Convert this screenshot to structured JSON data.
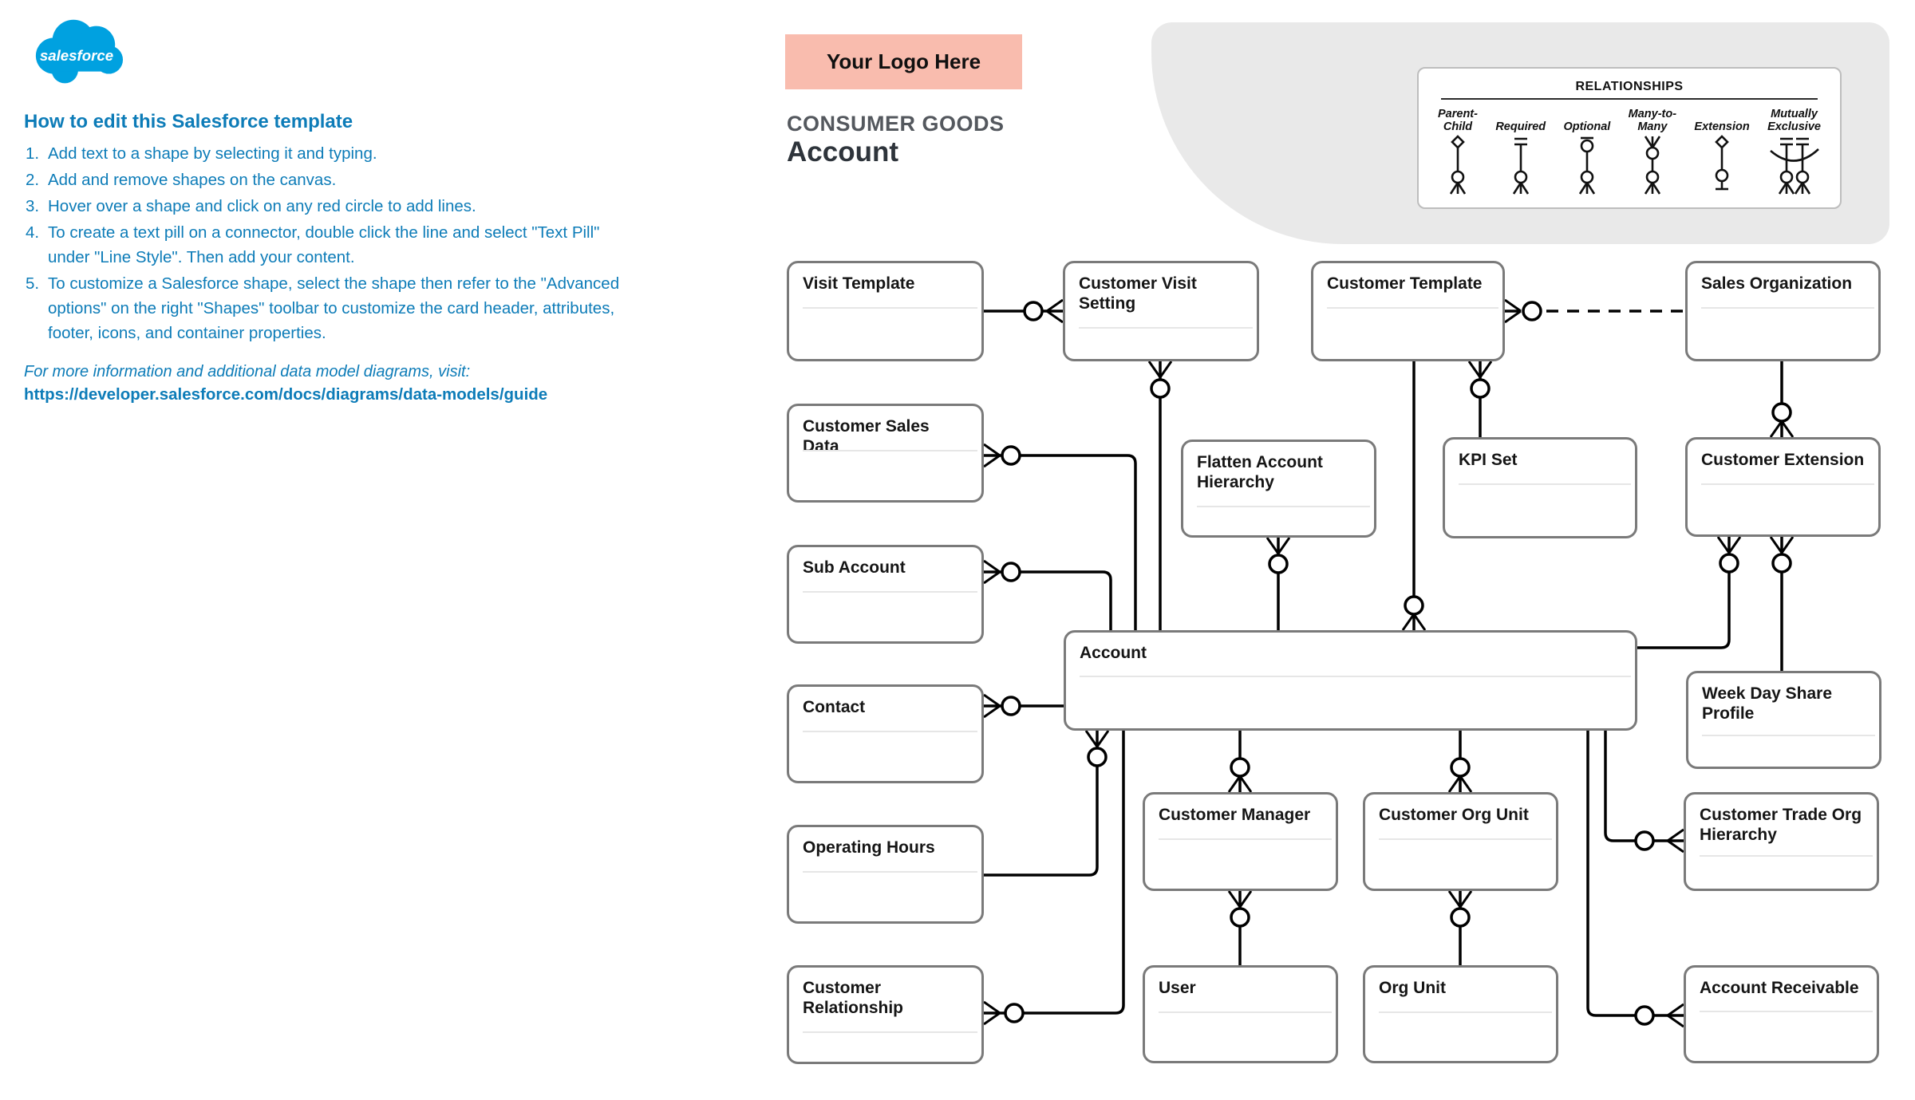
{
  "sidebar": {
    "logo_text": "salesforce",
    "title": "How to edit this Salesforce template",
    "items": [
      "Add text to a shape by selecting it and typing.",
      "Add and remove shapes on the canvas.",
      "Hover over a shape and click on any red circle to add lines.",
      "To create a text pill on a connector, double click the line and select \"Text Pill\" under \"Line Style\". Then add your content.",
      "To customize a Salesforce shape, select the shape then refer to the \"Advanced options\" on the right \"Shapes\" toolbar to customize the card header, attributes, footer, icons, and container properties."
    ],
    "footnote": "For more information and additional data model diagrams, visit:",
    "link": "https://developer.salesforce.com/docs/diagrams/data-models/guide"
  },
  "header": {
    "logo_placeholder": "Your Logo Here",
    "category": "CONSUMER GOODS",
    "title": "Account"
  },
  "legend": {
    "title": "RELATIONSHIPS",
    "items": [
      {
        "label": "Parent-\nChild",
        "symbol": "parent-child-icon"
      },
      {
        "label": "Required",
        "symbol": "required-icon"
      },
      {
        "label": "Optional",
        "symbol": "optional-icon"
      },
      {
        "label": "Many-to-\nMany",
        "symbol": "many-to-many-icon"
      },
      {
        "label": "Extension",
        "symbol": "extension-icon"
      },
      {
        "label": "Mutually\nExclusive",
        "symbol": "mutually-exclusive-icon"
      }
    ]
  },
  "diagram": {
    "entities": [
      {
        "id": "visit-template",
        "label": "Visit Template"
      },
      {
        "id": "customer-sales-data",
        "label": "Customer Sales Data"
      },
      {
        "id": "sub-account",
        "label": "Sub Account"
      },
      {
        "id": "contact",
        "label": "Contact"
      },
      {
        "id": "operating-hours",
        "label": "Operating Hours"
      },
      {
        "id": "customer-relationship",
        "label": "Customer\nRelationship"
      },
      {
        "id": "customer-visit-setting",
        "label": "Customer Visit\nSetting"
      },
      {
        "id": "customer-template",
        "label": "Customer Template"
      },
      {
        "id": "sales-organization",
        "label": "Sales Organization"
      },
      {
        "id": "flatten-account-hierarchy",
        "label": "Flatten Account\nHierarchy"
      },
      {
        "id": "kpi-set",
        "label": "KPI Set"
      },
      {
        "id": "customer-extension",
        "label": "Customer Extension"
      },
      {
        "id": "account",
        "label": "Account"
      },
      {
        "id": "week-day-share-profile",
        "label": "Week Day Share\nProfile"
      },
      {
        "id": "customer-manager",
        "label": "Customer Manager"
      },
      {
        "id": "customer-org-unit",
        "label": "Customer Org Unit"
      },
      {
        "id": "customer-trade-org-hierarchy",
        "label": "Customer Trade Org\nHierarchy"
      },
      {
        "id": "user",
        "label": "User"
      },
      {
        "id": "org-unit",
        "label": "Org Unit"
      },
      {
        "id": "account-receivable",
        "label": "Account Receivable"
      }
    ]
  },
  "colors": {
    "accent_blue": "#0D7CB8",
    "salesforce_logo_blue": "#00A1E0",
    "logo_placeholder_salmon": "#F9BCAE",
    "category_gray": "#54585E",
    "title_dark": "#2E343B",
    "blob_gray": "#E9E9E9",
    "entity_border_gray": "#7A7A7A",
    "connector_black": "#000000"
  }
}
